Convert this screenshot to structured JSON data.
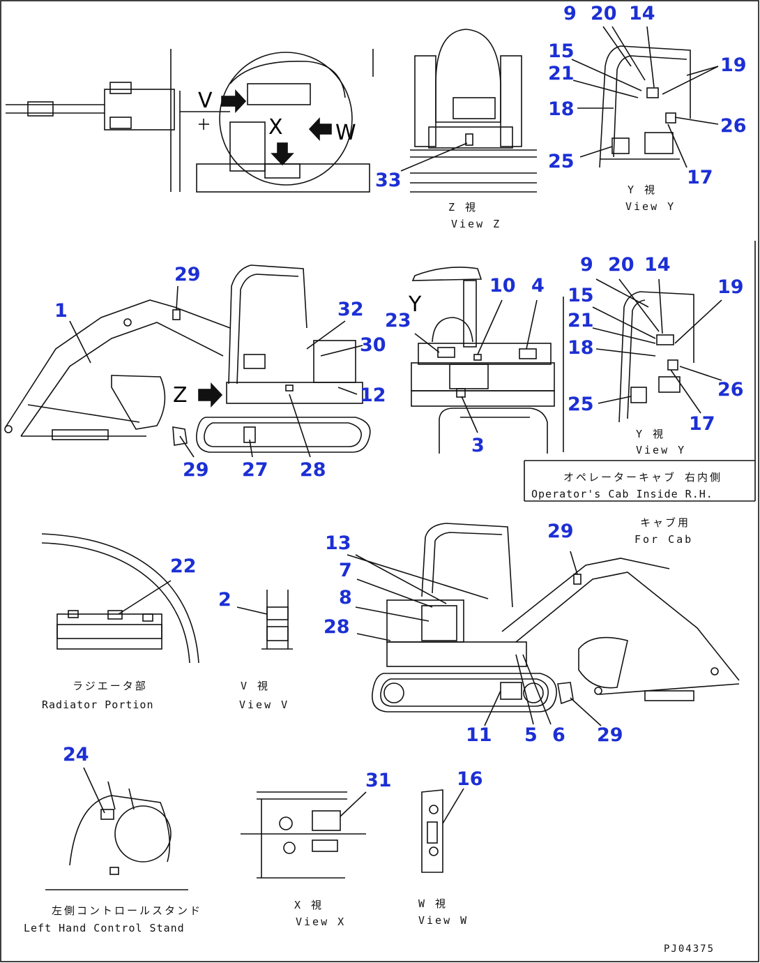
{
  "callouts": [
    "9",
    "20",
    "14",
    "15",
    "21",
    "19",
    "18",
    "26",
    "25",
    "17",
    "33",
    "29",
    "1",
    "32",
    "10",
    "4",
    "30",
    "23",
    "9",
    "20",
    "14",
    "15",
    "19",
    "21",
    "18",
    "12",
    "26",
    "25",
    "17",
    "3",
    "29",
    "27",
    "28",
    "22",
    "2",
    "13",
    "29",
    "7",
    "8",
    "28",
    "11",
    "5",
    "6",
    "29",
    "24",
    "31",
    "16"
  ],
  "letters": [
    "V",
    "X",
    "W",
    "Z",
    "Y"
  ],
  "labels": {
    "view_z_jp": "Z 視",
    "view_z_en": "View Z",
    "view_y_jp": "Y 視",
    "view_y_en": "View Y",
    "view_y2_jp": "Y 視",
    "view_y2_en": "View Y",
    "cab_jp": "オペレーターキャブ 右内側",
    "cab_en": "Operator's Cab Inside R.H.",
    "for_cab_jp": "キャブ用",
    "for_cab_en": "For Cab",
    "radiator_jp": "ラジエータ部",
    "radiator_en": "Radiator Portion",
    "view_v_jp": "V 視",
    "view_v_en": "View V",
    "left_stand_jp": "左側コントロールスタンド",
    "left_stand_en": "Left Hand Control Stand",
    "view_x_jp": "X 視",
    "view_x_en": "View X",
    "view_w_jp": "W 視",
    "view_w_en": "View W"
  },
  "drawing_code": "PJ04375"
}
